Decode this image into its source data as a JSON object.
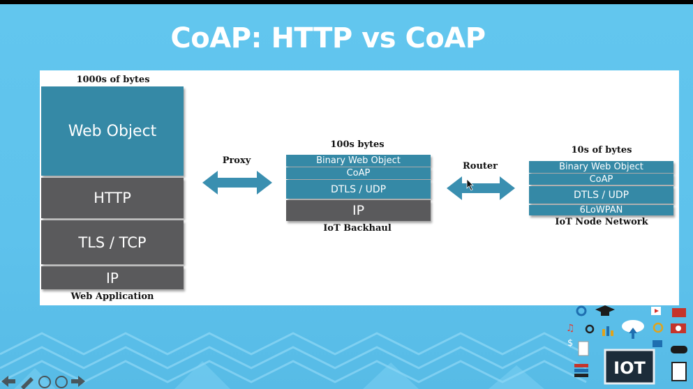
{
  "slide": {
    "title": "CoAP: HTTP vs CoAP"
  },
  "http_stack": {
    "size_label": "1000s of bytes",
    "layers": [
      "Web Object",
      "HTTP",
      "TLS / TCP",
      "IP"
    ],
    "caption": "Web Application"
  },
  "proxy": {
    "label": "Proxy"
  },
  "backhaul_stack": {
    "size_label": "100s bytes",
    "layers": [
      "Binary Web Object",
      "CoAP",
      "DTLS / UDP",
      "IP"
    ],
    "caption": "IoT Backhaul"
  },
  "router": {
    "label": "Router"
  },
  "node_stack": {
    "size_label": "10s of bytes",
    "layers": [
      "Binary Web Object",
      "CoAP",
      "DTLS / UDP",
      "6LoWPAN"
    ],
    "caption": "IoT Node Network"
  },
  "logo": {
    "text": "IOT"
  },
  "colors": {
    "background": "#5ec2ec",
    "teal_layer": "#3589a6",
    "gray_layer": "#5a5a5c",
    "arrow": "#3a8fb0"
  },
  "icons": [
    "settings-gear-icon",
    "graduation-cap-icon",
    "play-icon",
    "briefcase-icon",
    "music-note-icon",
    "gear-icon",
    "bar-chart-icon",
    "cloud-upload-icon",
    "refresh-icon",
    "camera-icon",
    "dollar-icon",
    "document-icon",
    "chat-icon",
    "gamepad-icon",
    "books-icon",
    "monitor-icon",
    "tablet-icon",
    "back-arrow-icon",
    "pen-icon",
    "zoom-out-icon",
    "zoom-in-icon",
    "forward-arrow-icon"
  ]
}
